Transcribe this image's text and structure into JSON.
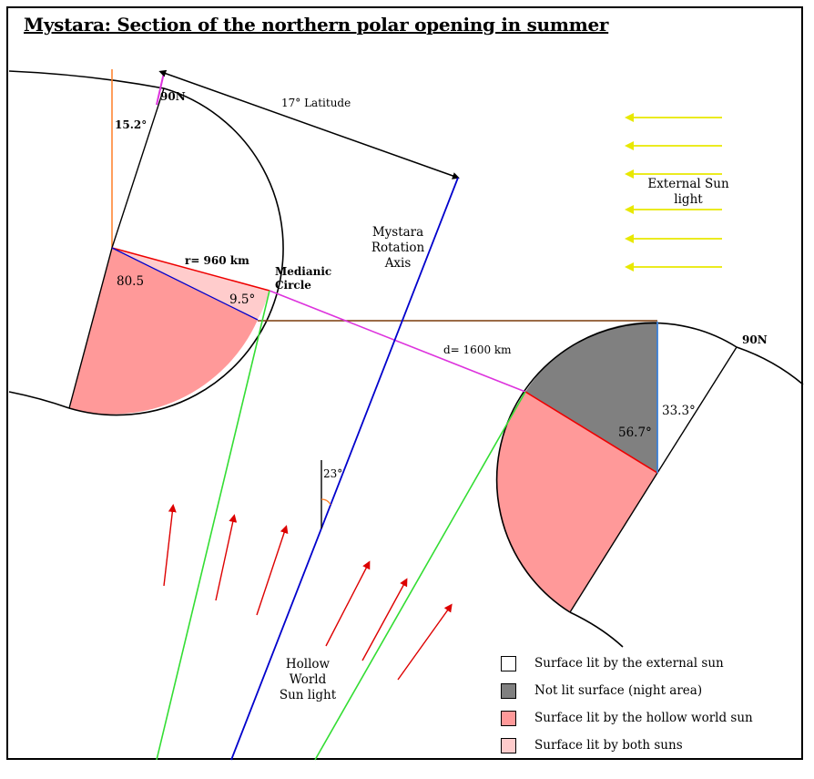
{
  "title": "Mystara: Section of the northern polar opening in summer",
  "labels": {
    "north_pole_left": "90N",
    "north_pole_right": "90N",
    "latitude": "17° Latitude",
    "angle_left_top": "15.2°",
    "radius": "r= 960 km",
    "angle_80": "80.5",
    "angle_9": "9.5°",
    "medianic_line1": "Medianic",
    "medianic_line2": "Circle",
    "rotation_line1": "Mystara",
    "rotation_line2": "Rotation",
    "rotation_line3": "Axis",
    "distance": "d= 1600 km",
    "angle_33": "33.3°",
    "angle_56": "56.7°",
    "tilt": "23°",
    "external_sun_line1": "External Sun",
    "external_sun_line2": "light",
    "hw_sun_line1": "Hollow",
    "hw_sun_line2": "World",
    "hw_sun_line3": "Sun light"
  },
  "legend": [
    {
      "color": "#ffffff",
      "label": "Surface lit by the external sun"
    },
    {
      "color": "#808080",
      "label": "Not lit surface (night area)"
    },
    {
      "color": "#ff9999",
      "label": "Surface lit by the hollow world sun"
    },
    {
      "color": "#ffcccc",
      "label": "Surface lit by both suns"
    }
  ],
  "colors": {
    "hw_lit": "#ff9999",
    "both_lit": "#ffcccc",
    "night": "#808080",
    "external_sun_arrows": "#e8e800",
    "hw_sun_arrows": "#dd0000",
    "rotation_axis": "#0000cc",
    "distance_line": "#dd33dd",
    "light_boundary": "#33dd33",
    "horizontal_line": "#7a3a0a",
    "vertical_line": "#ff7f27"
  }
}
